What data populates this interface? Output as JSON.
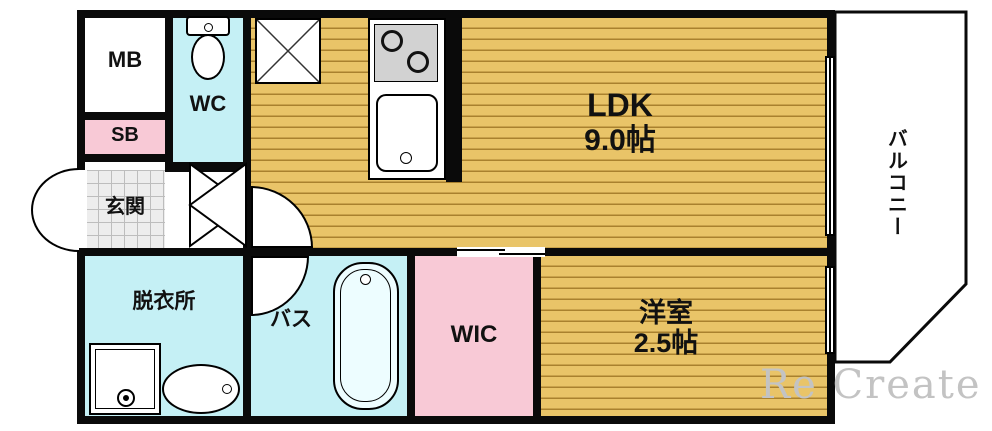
{
  "plan": {
    "rooms": {
      "mb": {
        "label": "MB"
      },
      "wc": {
        "label": "WC"
      },
      "sb": {
        "label": "SB"
      },
      "genkan": {
        "label": "玄関"
      },
      "ldk": {
        "label": "LDK",
        "size": "9.0帖"
      },
      "balcony": {
        "label": "バルコニー"
      },
      "dressing": {
        "label": "脱衣所"
      },
      "bath": {
        "label": "バス"
      },
      "wic": {
        "label": "WIC"
      },
      "bedroom": {
        "label": "洋室",
        "size": "2.5帖"
      }
    },
    "colors": {
      "wood_floor": "#e9c468",
      "wood_line": "#a9812e",
      "wet_area": "#c5f0f5",
      "closet_pink": "#f8c9d6",
      "wall": "#0a0a0a",
      "tile": "#ededed"
    },
    "watermark": "Re Create"
  }
}
